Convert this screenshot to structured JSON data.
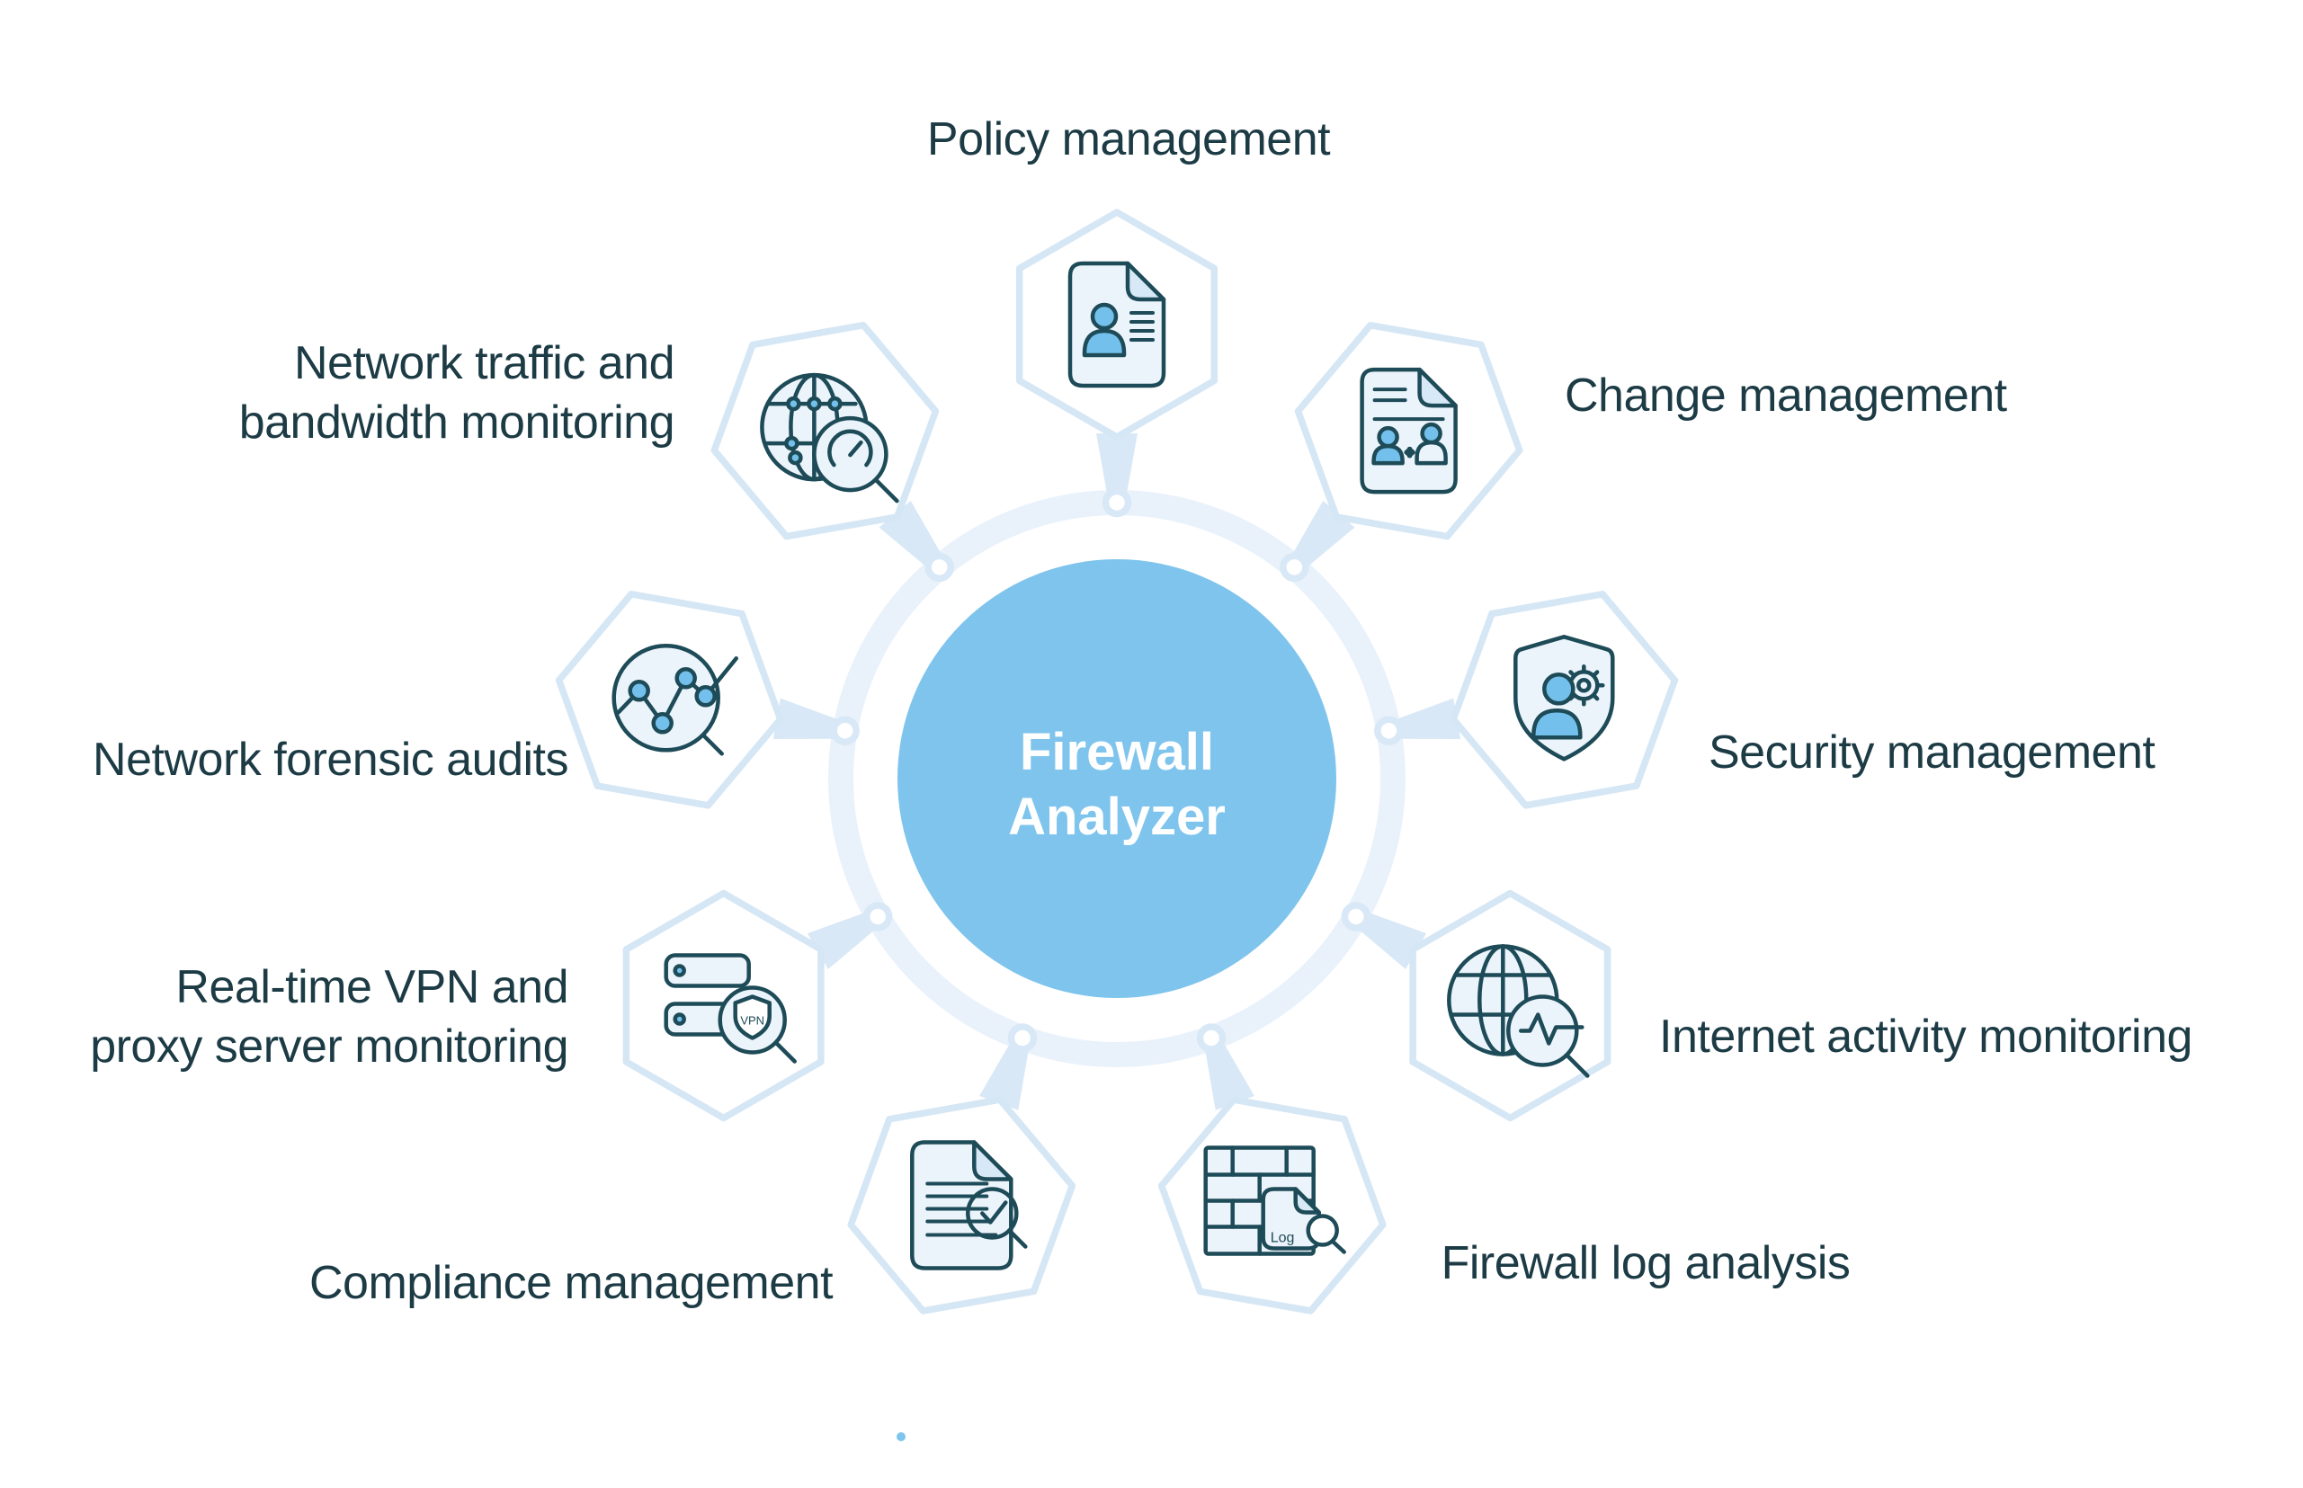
{
  "center": {
    "line1": "Firewall",
    "line2": "Analyzer"
  },
  "features": [
    {
      "id": "policy-management",
      "lines": [
        "Policy management"
      ],
      "icon": "policy-document-icon"
    },
    {
      "id": "change-management",
      "lines": [
        "Change management"
      ],
      "icon": "change-request-document-icon"
    },
    {
      "id": "security-management",
      "lines": [
        "Security management"
      ],
      "icon": "shield-user-gear-icon"
    },
    {
      "id": "internet-activity-monitoring",
      "lines": [
        "Internet activity monitoring"
      ],
      "icon": "globe-activity-magnifier-icon"
    },
    {
      "id": "firewall-log-analysis",
      "lines": [
        "Firewall log analysis"
      ],
      "icon": "firewall-log-magnifier-icon"
    },
    {
      "id": "compliance-management",
      "lines": [
        "Compliance management"
      ],
      "icon": "document-check-magnifier-icon"
    },
    {
      "id": "realtime-vpn-proxy-monitoring",
      "lines": [
        "Real-time VPN and",
        "proxy server monitoring"
      ],
      "icon": "vpn-servers-magnifier-icon"
    },
    {
      "id": "network-forensic-audits",
      "lines": [
        "Network forensic audits"
      ],
      "icon": "forensic-chart-magnifier-icon"
    },
    {
      "id": "network-traffic-bandwidth-monitoring",
      "lines": [
        "Network traffic and",
        "bandwidth monitoring"
      ],
      "icon": "globe-gauge-magnifier-icon"
    }
  ],
  "icon_labels": {
    "log": "Log",
    "vpn": "VPN"
  },
  "colors": {
    "center_circle": "#7EC4ED",
    "outer_ring": "#E9F2FB",
    "hexagon_stroke": "#D5E6F5",
    "connector": "#D8E8F6",
    "icon_outline": "#1E4B58",
    "icon_fill": "#ECF4FB",
    "icon_fill_shade": "#D7E8F6",
    "icon_accent_blue": "#74C0EC",
    "label_text": "#1C3B45",
    "title_text": "#FFFFFF"
  }
}
